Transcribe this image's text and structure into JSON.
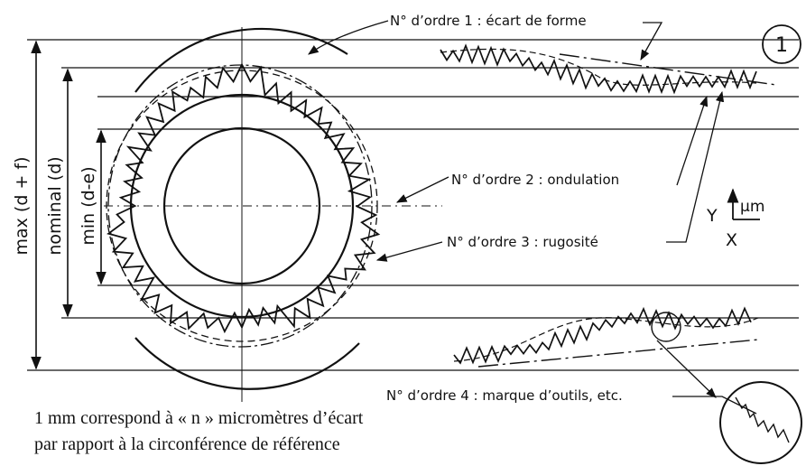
{
  "figure_number": "1",
  "labels": {
    "order1": "N° d’ordre 1 : écart de forme",
    "order2": "N° d’ordre 2 : ondulation",
    "order3": "N° d’ordre 3 : rugosité",
    "order4": "N° d’ordre 4 : marque d’outils, etc."
  },
  "dimensions": {
    "max": "max (d + f)",
    "nominal": "nominal (d)",
    "min": "min (d-e)"
  },
  "axes": {
    "y": "Y",
    "x": "X",
    "unit": "µm"
  },
  "caption": {
    "line1": "1 mm correspond à « n » micromètres d’écart",
    "line2": "par rapport à la circonférence de référence"
  },
  "colors": {
    "ink": "#111111",
    "background": "#ffffff"
  }
}
